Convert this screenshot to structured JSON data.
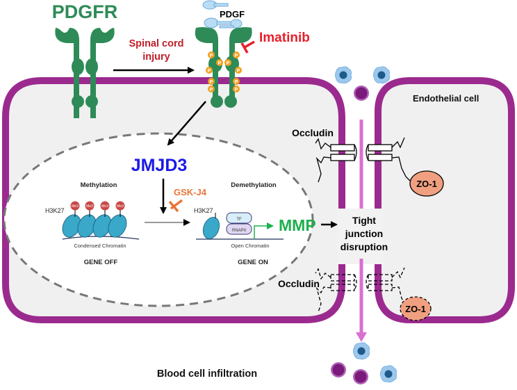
{
  "title": "PDGFR-JMJD3-MMP signaling after spinal cord injury",
  "labels": {
    "pdgfr": "PDGFR",
    "pdgf": "PDGF",
    "spinal_cord_injury_line1": "Spinal cord",
    "spinal_cord_injury_line2": "injury",
    "imatinib": "Imatinib",
    "endothelial_cell": "Endothelial cell",
    "occludin_top": "Occludin",
    "occludin_bottom": "Occludin",
    "zo1_top": "ZO-1",
    "zo1_bottom": "ZO-1",
    "jmjd3": "JMJD3",
    "gsk_j4": "GSK-J4",
    "methylation": "Methylation",
    "demethylation": "Demethylation",
    "h3k27_left": "H3K27",
    "h3k27_right": "H3K27",
    "me3": "Me3",
    "condensed_chromatin": "Condensed Chromatin",
    "open_chromatin": "Open Chromatin",
    "gene_off": "GENE OFF",
    "gene_on": "GENE ON",
    "tf": "TF",
    "rnapii": "RNAPII",
    "mmp": "MMP",
    "tight_junction_line1": "Tight",
    "tight_junction_line2": "junction",
    "tight_junction_line3": "disruption",
    "blood_cell_infiltration": "Blood cell infiltration",
    "phospho": "P"
  },
  "colors": {
    "receptor_green": "#2e8b57",
    "membrane_purple": "#9b2a8f",
    "cell_fill": "#f0f0f0",
    "nucleus_fill": "#ffffff",
    "injury_red": "#c0202a",
    "inhibitor_red": "#e8202a",
    "jmjd3_blue": "#1a1ae6",
    "gsk_orange": "#e8753a",
    "mmp_green": "#1db04c",
    "phospho_orange": "#f0a020",
    "pdgf_blue": "#b8ddf5",
    "nucleosome_teal": "#3aa8c8",
    "me3_red": "#c84848",
    "zo1_salmon": "#f0a080",
    "infiltration_pink": "#d870d0",
    "monocyte_blue": "#9cc8ee",
    "neutrophil_purple": "#7a1a7a"
  }
}
